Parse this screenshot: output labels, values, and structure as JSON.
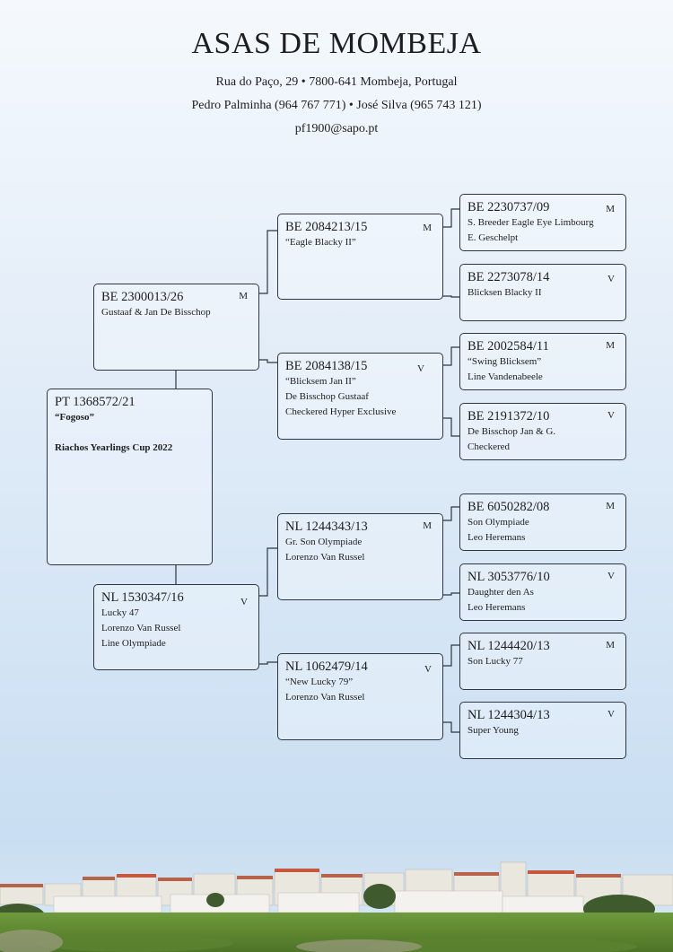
{
  "header": {
    "title": "ASAS DE MOMBEJA",
    "address": "Rua do Paço, 29 • 7800-641 Mombeja, Portugal",
    "contacts": "Pedro Palminha (964 767 771) • José Silva (965 743 121)",
    "email": "pf1900@sapo.pt"
  },
  "subject": {
    "ring": "PT 1368572/21",
    "name": "“Fogoso”",
    "achievement": "Riachos Yearlings Cup 2022"
  },
  "sire": {
    "ring": "BE 2300013/26",
    "sex": "M",
    "lines": [
      "Gustaaf & Jan De Bisschop"
    ]
  },
  "dam": {
    "ring": "NL 1530347/16",
    "sex": "V",
    "lines": [
      "Lucky 47",
      "Lorenzo Van Russel",
      "Line Olympiade"
    ]
  },
  "grandparents": [
    {
      "ring": "BE 2084213/15",
      "sex": "M",
      "lines": [
        "“Eagle Blacky II”"
      ]
    },
    {
      "ring": "BE 2084138/15",
      "sex": "V",
      "lines": [
        "“Blicksem Jan II”",
        "De Bisschop Gustaaf",
        "Checkered Hyper Exclusive"
      ]
    },
    {
      "ring": "NL 1244343/13",
      "sex": "M",
      "lines": [
        "Gr. Son Olympiade",
        "Lorenzo Van Russel"
      ]
    },
    {
      "ring": "NL 1062479/14",
      "sex": "V",
      "lines": [
        "“New Lucky 79”",
        "Lorenzo Van Russel"
      ]
    }
  ],
  "great_grandparents": [
    {
      "ring": "BE 2230737/09",
      "sex": "M",
      "lines": [
        "S. Breeder Eagle Eye Limbourg",
        "E. Geschelpt"
      ]
    },
    {
      "ring": "BE 2273078/14",
      "sex": "V",
      "lines": [
        "Blicksen Blacky II"
      ]
    },
    {
      "ring": "BE 2002584/11",
      "sex": "M",
      "lines": [
        "“Swing Blicksem”",
        "Line Vandenabeele"
      ]
    },
    {
      "ring": "BE 2191372/10",
      "sex": "V",
      "lines": [
        "De Bisschop Jan & G.",
        "Checkered"
      ]
    },
    {
      "ring": "BE 6050282/08",
      "sex": "M",
      "lines": [
        "Son Olympiade",
        "Leo Heremans"
      ]
    },
    {
      "ring": "NL 3053776/10",
      "sex": "V",
      "lines": [
        "Daughter den As",
        "Leo Heremans"
      ]
    },
    {
      "ring": "NL 1244420/13",
      "sex": "M",
      "lines": [
        "Son Lucky 77"
      ]
    },
    {
      "ring": "NL 1244304/13",
      "sex": "V",
      "lines": [
        "Super Young"
      ]
    }
  ]
}
